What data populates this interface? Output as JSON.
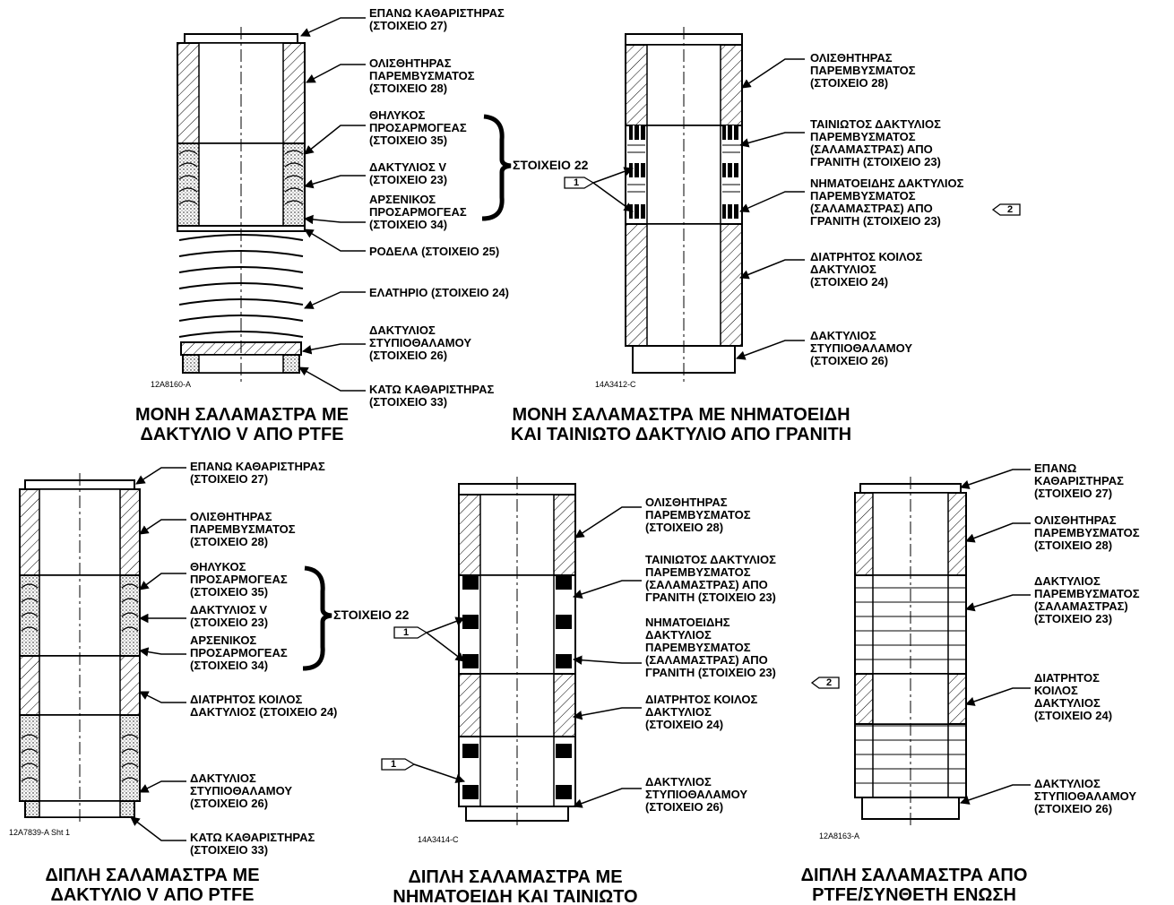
{
  "figures": [
    {
      "id": "single-vring",
      "code": "12A8160-A",
      "caption": [
        "ΜΟΝΗ ΣΑΛΑΜΑΣΤΡΑ ΜΕ",
        "ΔΑΚΤΥΛΙΟ V ΑΠΟ PTFE"
      ],
      "labels": [
        [
          "ΕΠΑΝΩ ΚΑΘΑΡΙΣΤΗΡΑΣ",
          "(ΣΤΟΙΧΕΙΟ 27)"
        ],
        [
          "ΟΛΙΣΘΗΤΗΡΑΣ",
          "ΠΑΡΕΜΒΥΣΜΑΤΟΣ",
          "(ΣΤΟΙΧΕΙΟ 28)"
        ],
        [
          "ΘΗΛΥΚΟΣ",
          "ΠΡΟΣΑΡΜΟΓΕΑΣ",
          "(ΣΤΟΙΧΕΙΟ 35)"
        ],
        [
          "ΔΑΚΤΥΛΙΟΣ V",
          "(ΣΤΟΙΧΕΙΟ 23)"
        ],
        [
          "ΑΡΣΕΝΙΚΟΣ",
          "ΠΡΟΣΑΡΜΟΓΕΑΣ",
          "(ΣΤΟΙΧΕΙΟ 34)"
        ],
        [
          "ΡΟΔΕΛΑ (ΣΤΟΙΧΕΙΟ 25)"
        ],
        [
          "ΕΛΑΤΗΡΙΟ (ΣΤΟΙΧΕΙΟ 24)"
        ],
        [
          "ΔΑΚΤΥΛΙΟΣ",
          "ΣΤΥΠΙΟΘΑΛΑΜΟΥ",
          "(ΣΤΟΙΧΕΙΟ 26)"
        ],
        [
          "ΚΑΤΩ ΚΑΘΑΡΙΣΤΗΡΑΣ",
          "(ΣΤΟΙΧΕΙΟ 33)"
        ]
      ],
      "group": "ΣΤΟΙΧΕΙΟ 22"
    },
    {
      "id": "single-graphite",
      "code": "14A3412-C",
      "caption": [
        "ΜΟΝΗ ΣΑΛΑΜΑΣΤΡΑ ΜΕ ΝΗΜΑΤΟΕΙΔΗ",
        "ΚΑΙ ΤΑΙΝΙΩΤΟ ΔΑΚΤΥΛΙΟ ΑΠΟ ΓΡΑΝΙΤΗ"
      ],
      "labels": [
        [
          "ΟΛΙΣΘΗΤΗΡΑΣ",
          "ΠΑΡΕΜΒΥΣΜΑΤΟΣ",
          "(ΣΤΟΙΧΕΙΟ 28)"
        ],
        [
          "ΤΑΙΝΙΩΤΟΣ ΔΑΚΤΥΛΙΟΣ",
          "ΠΑΡΕΜΒΥΣΜΑΤΟΣ",
          "(ΣΑΛΑΜΑΣΤΡΑΣ) ΑΠΟ",
          "ΓΡΑΝΙΤΗ (ΣΤΟΙΧΕΙΟ 23)"
        ],
        [
          "ΝΗΜΑΤΟΕΙΔΗΣ ΔΑΚΤΥΛΙΟΣ",
          "ΠΑΡΕΜΒΥΣΜΑΤΟΣ",
          "(ΣΑΛΑΜΑΣΤΡΑΣ) ΑΠΟ",
          "ΓΡΑΝΙΤΗ (ΣΤΟΙΧΕΙΟ 23)"
        ],
        [
          "ΔΙΑΤΡΗΤΟΣ ΚΟΙΛΟΣ",
          "ΔΑΚΤΥΛΙΟΣ",
          "(ΣΤΟΙΧΕΙΟ 24)"
        ],
        [
          "ΔΑΚΤΥΛΙΟΣ",
          "ΣΤΥΠΙΟΘΑΛΑΜΟΥ",
          "(ΣΤΟΙΧΕΙΟ 26)"
        ]
      ],
      "flags": [
        "1",
        "2"
      ]
    },
    {
      "id": "double-vring",
      "code": "12A7839-A Sht 1",
      "caption": [
        "ΔΙΠΛΗ ΣΑΛΑΜΑΣΤΡΑ ΜΕ",
        "ΔΑΚΤΥΛΙΟ V ΑΠΟ PTFE"
      ],
      "labels": [
        [
          "ΕΠΑΝΩ ΚΑΘΑΡΙΣΤΗΡΑΣ",
          "(ΣΤΟΙΧΕΙΟ 27)"
        ],
        [
          "ΟΛΙΣΘΗΤΗΡΑΣ",
          "ΠΑΡΕΜΒΥΣΜΑΤΟΣ",
          "(ΣΤΟΙΧΕΙΟ 28)"
        ],
        [
          "ΘΗΛΥΚΟΣ",
          "ΠΡΟΣΑΡΜΟΓΕΑΣ",
          "(ΣΤΟΙΧΕΙΟ 35)"
        ],
        [
          "ΔΑΚΤΥΛΙΟΣ V",
          "(ΣΤΟΙΧΕΙΟ 23)"
        ],
        [
          "ΑΡΣΕΝΙΚΟΣ",
          "ΠΡΟΣΑΡΜΟΓΕΑΣ",
          "(ΣΤΟΙΧΕΙΟ 34)"
        ],
        [
          "ΔΙΑΤΡΗΤΟΣ ΚΟΙΛΟΣ",
          "ΔΑΚΤΥΛΙΟΣ (ΣΤΟΙΧΕΙΟ 24)"
        ],
        [
          "ΔΑΚΤΥΛΙΟΣ",
          "ΣΤΥΠΙΟΘΑΛΑΜΟΥ",
          "(ΣΤΟΙΧΕΙΟ 26)"
        ],
        [
          "ΚΑΤΩ ΚΑΘΑΡΙΣΤΗΡΑΣ",
          "(ΣΤΟΙΧΕΙΟ 33)"
        ]
      ],
      "group": "ΣΤΟΙΧΕΙΟ 22"
    },
    {
      "id": "double-graphite",
      "code": "14A3414-C",
      "caption": [
        "ΔΙΠΛΗ ΣΑΛΑΜΑΣΤΡΑ ΜΕ",
        "ΝΗΜΑΤΟΕΙΔΗ ΚΑΙ ΤΑΙΝΙΩΤΟ"
      ],
      "labels": [
        [
          "ΟΛΙΣΘΗΤΗΡΑΣ",
          "ΠΑΡΕΜΒΥΣΜΑΤΟΣ",
          "(ΣΤΟΙΧΕΙΟ 28)"
        ],
        [
          "ΤΑΙΝΙΩΤΟΣ ΔΑΚΤΥΛΙΟΣ",
          "ΠΑΡΕΜΒΥΣΜΑΤΟΣ",
          "(ΣΑΛΑΜΑΣΤΡΑΣ) ΑΠΟ",
          "ΓΡΑΝΙΤΗ (ΣΤΟΙΧΕΙΟ 23)"
        ],
        [
          "ΝΗΜΑΤΟΕΙΔΗΣ",
          "ΔΑΚΤΥΛΙΟΣ",
          "ΠΑΡΕΜΒΥΣΜΑΤΟΣ",
          "(ΣΑΛΑΜΑΣΤΡΑΣ) ΑΠΟ",
          "ΓΡΑΝΙΤΗ (ΣΤΟΙΧΕΙΟ 23)"
        ],
        [
          "ΔΙΑΤΡΗΤΟΣ ΚΟΙΛΟΣ",
          "ΔΑΚΤΥΛΙΟΣ",
          "(ΣΤΟΙΧΕΙΟ 24)"
        ],
        [
          "ΔΑΚΤΥΛΙΟΣ",
          "ΣΤΥΠΙΟΘΑΛΑΜΟΥ",
          "(ΣΤΟΙΧΕΙΟ 26)"
        ]
      ],
      "flags": [
        "1",
        "2",
        "1"
      ]
    },
    {
      "id": "double-ptfe",
      "code": "12A8163-A",
      "caption": [
        "ΔΙΠΛΗ ΣΑΛΑΜΑΣΤΡΑ ΑΠΟ",
        "PTFE/ΣΥΝΘΕΤΗ ΕΝΩΣΗ"
      ],
      "labels": [
        [
          "ΕΠΑΝΩ",
          "ΚΑΘΑΡΙΣΤΗΡΑΣ",
          "(ΣΤΟΙΧΕΙΟ 27)"
        ],
        [
          "ΟΛΙΣΘΗΤΗΡΑΣ",
          "ΠΑΡΕΜΒΥΣΜΑΤΟΣ",
          "(ΣΤΟΙΧΕΙΟ 28)"
        ],
        [
          "ΔΑΚΤΥΛΙΟΣ",
          "ΠΑΡΕΜΒΥΣΜΑΤΟΣ",
          "(ΣΑΛΑΜΑΣΤΡΑΣ)",
          "(ΣΤΟΙΧΕΙΟ 23)"
        ],
        [
          "ΔΙΑΤΡΗΤΟΣ",
          "ΚΟΙΛΟΣ",
          "ΔΑΚΤΥΛΙΟΣ",
          "(ΣΤΟΙΧΕΙΟ 24)"
        ],
        [
          "ΔΑΚΤΥΛΙΟΣ",
          "ΣΤΥΠΙΟΘΑΛΑΜΟΥ",
          "(ΣΤΟΙΧΕΙΟ 26)"
        ]
      ]
    }
  ]
}
